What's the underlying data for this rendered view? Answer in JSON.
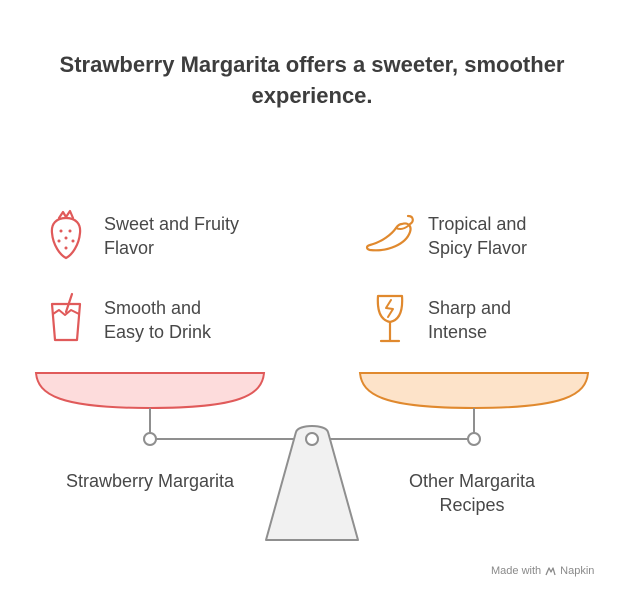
{
  "title_lines": [
    "Strawberry Margarita offers a sweeter, smoother",
    "experience."
  ],
  "left": {
    "label": [
      "Strawberry Margarita"
    ],
    "features": [
      {
        "icon": "strawberry-icon",
        "lines": [
          "Sweet and Fruity",
          "Flavor"
        ]
      },
      {
        "icon": "drink-glass-icon",
        "lines": [
          "Smooth and",
          "Easy to Drink"
        ]
      }
    ],
    "color": "#e05a5a",
    "pan_fill": "#fddcdc"
  },
  "right": {
    "label": [
      "Other Margarita",
      "Recipes"
    ],
    "features": [
      {
        "icon": "chili-pepper-icon",
        "lines": [
          "Tropical and",
          "Spicy Flavor"
        ]
      },
      {
        "icon": "cracked-wine-glass-icon",
        "lines": [
          "Sharp and",
          "Intense"
        ]
      }
    ],
    "color": "#e0892e",
    "pan_fill": "#fde3c9"
  },
  "credit": {
    "text": "Made with",
    "brand": "Napkin"
  }
}
